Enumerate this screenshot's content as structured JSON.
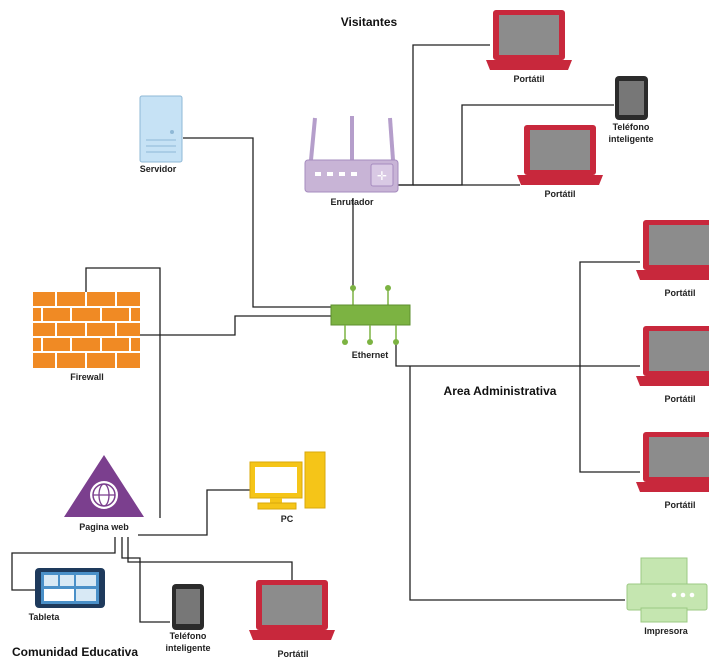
{
  "sections": {
    "visitantes": "Visitantes",
    "area_administrativa": "Area Administrativa",
    "comunidad_educativa": "Comunidad Educativa"
  },
  "labels": {
    "servidor": "Servidor",
    "enrutador": "Enrutador",
    "ethernet": "Ethernet",
    "firewall": "Firewall",
    "pagina_web": "Pagina web",
    "pc": "PC",
    "tableta": "Tableta",
    "impresora": "Impresora",
    "telefono_line1": "Teléfono",
    "telefono_line2": "inteligente",
    "portatil": "Portátil"
  },
  "colors": {
    "laptop": "#c8283c",
    "laptop_screen": "#8c8c8c",
    "router": "#c8b4d6",
    "switch": "#7cb342",
    "firewall": "#f08a24",
    "server": "#c6e2f5",
    "pc": "#f5c518",
    "web_icon": "#7b3f8e",
    "printer": "#c5e6b0",
    "tablet": "#4a90c8"
  }
}
